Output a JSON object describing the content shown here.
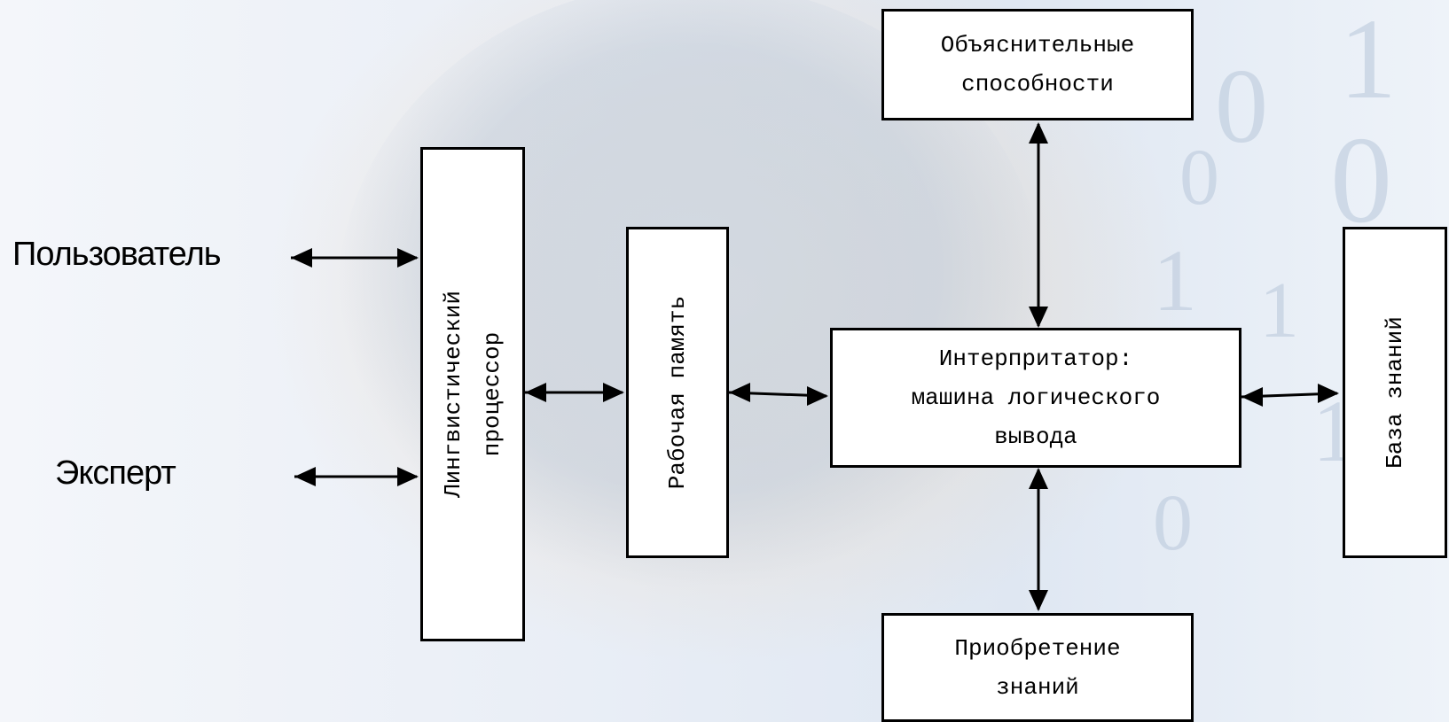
{
  "actors": {
    "user": "Пользователь",
    "expert": "Эксперт"
  },
  "blocks": {
    "linguistic": [
      "Лингвистический",
      "процессор"
    ],
    "working_memory": "Рабочая память",
    "explanation": [
      "Объяснительные",
      "способности"
    ],
    "interpreter": [
      "Интерпритатор:",
      "машина логического",
      "вывода"
    ],
    "acquisition": [
      "Приобретение",
      "знаний"
    ],
    "knowledge_base": "База знаний"
  },
  "colors": {
    "box_fill": "#ffffff",
    "stroke": "#000000"
  }
}
